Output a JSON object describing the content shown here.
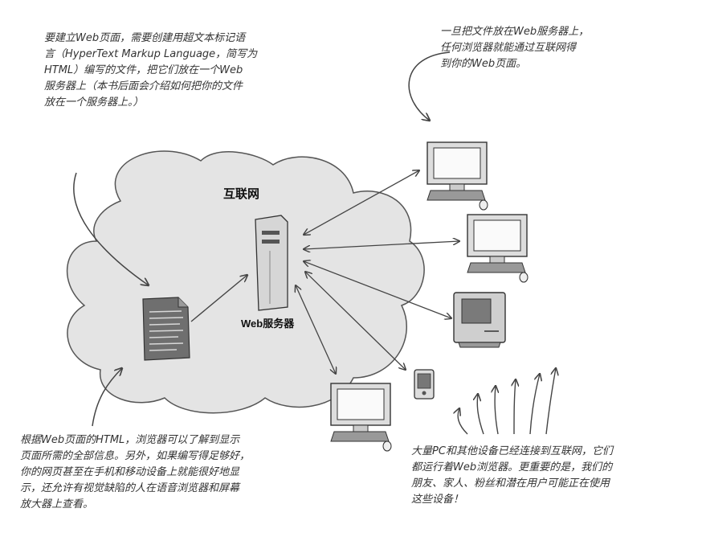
{
  "notes": {
    "top_left": "要建立Web页面，需要创建用超文本标记语\n言（HyperText Markup Language，简写为\nHTML）编写的文件，把它们放在一个Web\n服务器上（本书后面会介绍如何把你的文件\n放在一个服务器上。）",
    "top_right": "一旦把文件放在Web服务器上，\n任何浏览器就能通过互联网得\n到你的Web页面。",
    "bottom_left": "根据Web页面的HTML，浏览器可以了解到显示\n页面所需的全部信息。另外，如果编写得足够好，\n你的网页甚至在手机和移动设备上就能很好地显\n示，还允许有视觉缺陷的人在语音浏览器和屏幕\n放大器上查看。",
    "bottom_right": "大量PC和其他设备已经连接到互联网，它们\n都运行着Web浏览器。更重要的是，我们的\n朋友、家人、粉丝和潜在用户可能正在使用\n这些设备！"
  },
  "labels": {
    "internet": "互联网",
    "web_server": "Web服务器"
  },
  "icons": {
    "html_file": "html-file-icon",
    "server": "server-tower-icon",
    "computer": "desktop-computer-icon",
    "mac": "compact-mac-icon",
    "phone": "mobile-phone-icon"
  },
  "colors": {
    "cloud_fill": "#e4e4e4",
    "ink": "#333333"
  }
}
